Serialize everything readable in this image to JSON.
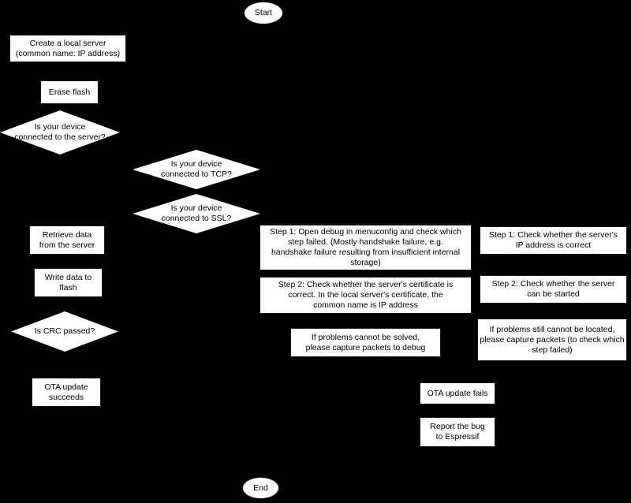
{
  "colors": {
    "background": "#000000",
    "node_fill": "#ffffff",
    "node_text": "#000000"
  },
  "nodes": {
    "start": "Start",
    "create_server": "Create a local server\n(common name: IP address)",
    "erase_flash": "Erase flash",
    "connected_server": "Is your device\nconnected to the server?",
    "connected_tcp": "Is your device\nconnected to TCP?",
    "connected_ssl": "Is your device\nconnected to SSL?",
    "retrieve_data": "Retrieve data\nfrom the server",
    "ssl_step1": "Step 1: Open debug in menuconfig and check which\nstep failed. (Mostly handshake failure, e.g.\nhandshake failure resulting from insufficient internal\nstorage)",
    "tcp_step1": "Step 1: Check whether the server's\nIP address is correct",
    "write_data": "Write data to\nflash",
    "ssl_step2": "Step 2: Check whether the server's certificate is\ncorrect. In the local server's certificate, the\ncommon name is IP address",
    "tcp_step2": "Step 2: Check whether the server\ncan be started",
    "crc_passed": "Is CRC passed?",
    "ssl_capture": "If problems cannot be solved,\nplease capture packets to debug",
    "tcp_capture": "If problems still cannot be located,\nplease capture packets (to check which\nstep failed)",
    "ota_succeeds": "OTA update\nsucceeds",
    "ota_fails": "OTA update fails",
    "report_bug": "Report the bug\nto Espressif",
    "end": "End"
  }
}
